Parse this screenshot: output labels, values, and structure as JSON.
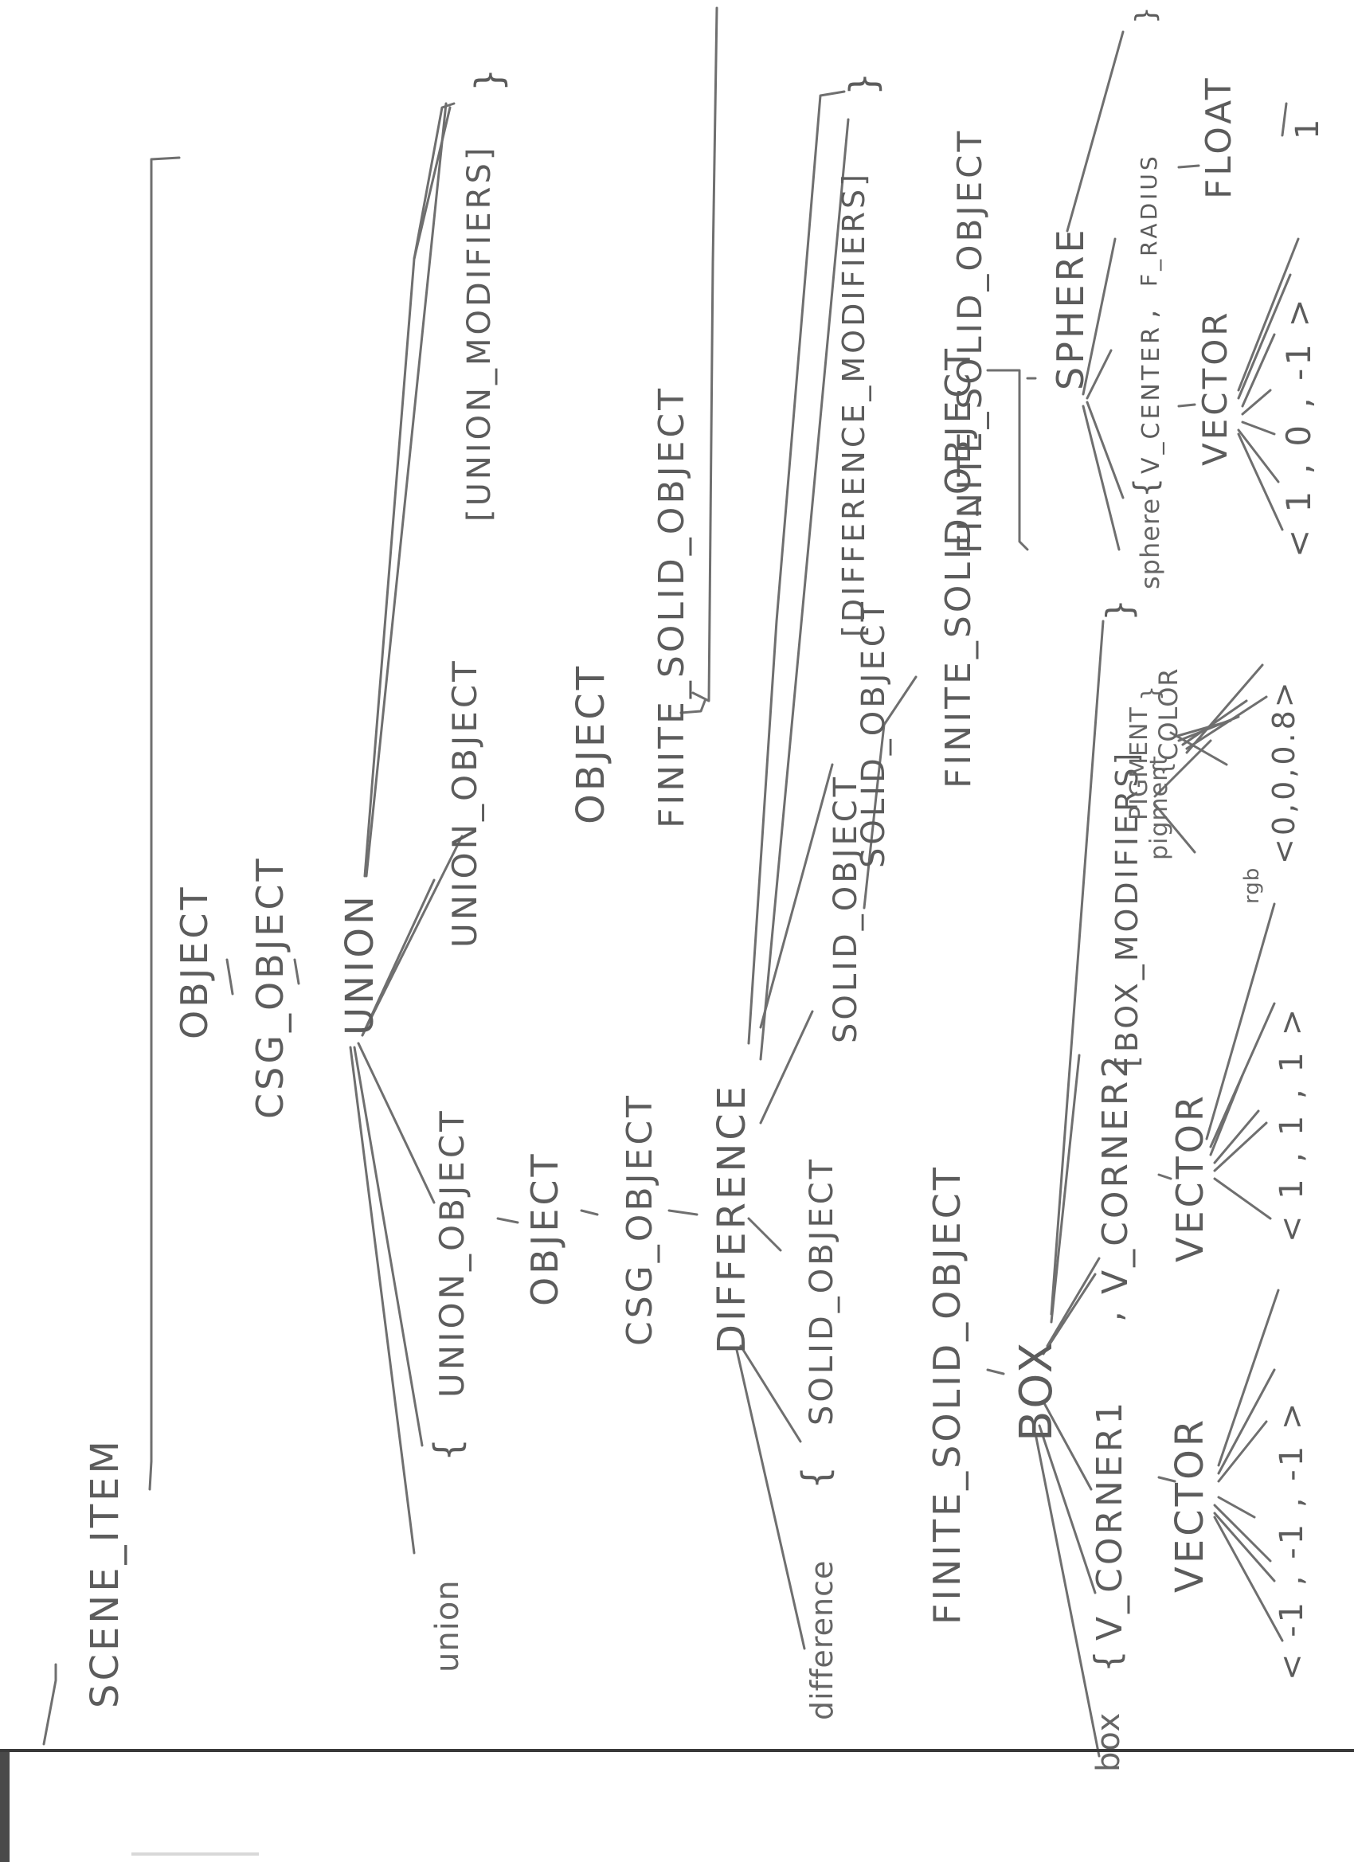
{
  "diagram": {
    "nodes": {
      "scene_item": "SCENE_ITEM",
      "object_top": "OBJECT",
      "csg_object_top": "CSG_OBJECT",
      "union": "UNION",
      "union_keyword": "union",
      "union_brace": "{",
      "union_object_1": "UNION_OBJECT",
      "union_object_2": "UNION_OBJECT",
      "union_modifiers": "[UNION_MODIFIERS]",
      "union_close_brace": "}",
      "object_mid": "OBJECT",
      "csg_object_mid": "CSG_OBJECT",
      "difference": "DIFFERENCE",
      "difference_keyword": "difference",
      "difference_brace": "{",
      "solid_object_1": "SOLID_OBJECT",
      "solid_object_2": "SOLID_OBJECT",
      "solid_object_3": "SOLID_OBJECT",
      "difference_modifiers": "[DIFFERENCE_MODIFIERS]",
      "difference_close_brace": "}",
      "object_right": "OBJECT",
      "finite_solid_object_right": "FINITE_SOLID_OBJECT",
      "finite_solid_object_low": "FINITE_SOLID_OBJECT",
      "finite_solid_object_mid": "FINITE_SOLID_OBJECT",
      "finite_solid_object_sphere": "FINITE_SOLID_OBJECT",
      "box": "BOX",
      "box_keyword": "box",
      "box_brace": "{",
      "v_corner1": "V_CORNER1",
      "comma_1": ",",
      "v_corner2": "V_CORNER2",
      "box_modifiers": "[BOX_MODIFIERS]",
      "box_close_brace": "}",
      "vector_1": "VECTOR",
      "vector_1_value": "< -1 , -1 , -1 >",
      "vector_2": "VECTOR",
      "vector_2_value": "< 1 , 1 , 1 >",
      "pigment_node": "PIGMENT",
      "pigment_keyword": "pigment",
      "pigment_brace": "{",
      "color_node": "COLOR",
      "rgb_keyword": "rgb",
      "color_value": "<0,0,0.8>",
      "pigment_close_brace": "}",
      "sphere": "SPHERE",
      "sphere_keyword": "sphere",
      "sphere_brace": "{",
      "v_center": "V_CENTER",
      "comma_2": ",",
      "f_radius": "F_RADIUS",
      "sphere_close_brace": "}",
      "vector_3": "VECTOR",
      "vector_3_value": "< 1 , 0 , -1 >",
      "float_node": "FLOAT",
      "float_value": "1"
    }
  }
}
